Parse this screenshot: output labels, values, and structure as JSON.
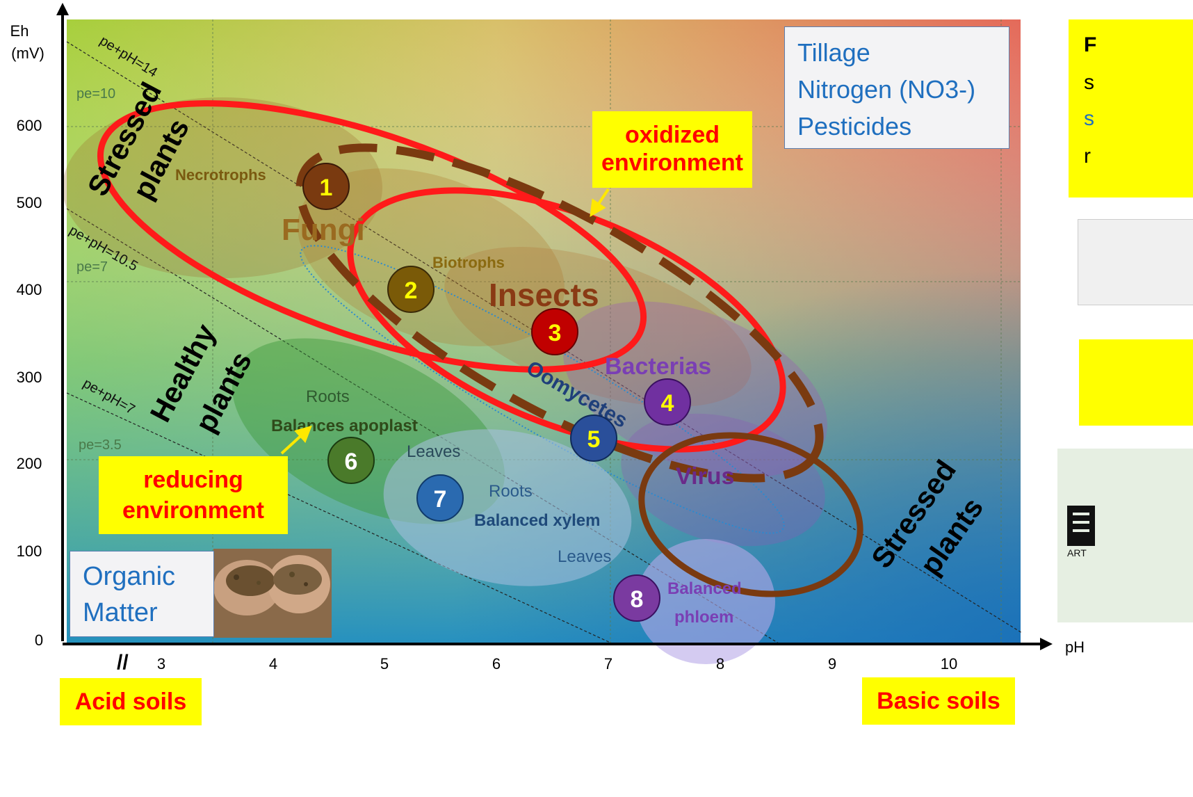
{
  "axes": {
    "y_title_line1": "Eh",
    "y_title_line2": "(mV)",
    "x_title": "pH",
    "y_ticks": [
      "0",
      "100",
      "200",
      "300",
      "400",
      "500",
      "600"
    ],
    "x_ticks": [
      "3",
      "4",
      "5",
      "6",
      "7",
      "8",
      "9",
      "10"
    ],
    "break_mark": "//"
  },
  "diagonals": {
    "pe_pH_14": "pe+pH=14",
    "pe_pH_10_5": "pe+pH=10.5",
    "pe_pH_7": "pe+pH=7",
    "pe_10": "pe=10",
    "pe_7": "pe=7",
    "pe_3_5": "pe=3.5"
  },
  "zones": {
    "stressed_top": [
      "Stressed",
      "plants"
    ],
    "healthy": [
      "Healthy",
      "plants"
    ],
    "stressed_bottom": [
      "Stressed",
      "plants"
    ]
  },
  "organisms": {
    "necrotrophs": "Necrotrophs",
    "fungi": "Fungi",
    "biotrophs": "Biotrophs",
    "insects": "Insects",
    "oomycetes": "Oomycetes",
    "bacterias": "Bacterias",
    "virus": "Virus",
    "roots1": "Roots",
    "apoplast": "Balances apoplast",
    "leaves1": "Leaves",
    "roots2": "Roots",
    "xylem": "Balanced xylem",
    "leaves2": "Leaves",
    "phloem1": "Balanced",
    "phloem2": "phloem"
  },
  "markers": [
    "1",
    "2",
    "3",
    "4",
    "5",
    "6",
    "7",
    "8"
  ],
  "callouts": {
    "oxidized": [
      "oxidized",
      "environment"
    ],
    "reducing": [
      "reducing",
      "environment"
    ],
    "acid": "Acid soils",
    "basic": "Basic soils"
  },
  "factors_box": [
    "Tillage",
    "Nitrogen (NO3-)",
    "Pesticides"
  ],
  "organic_box": [
    "Organic",
    "Matter"
  ],
  "right_panel": {
    "first_letter": "F",
    "line_a": "s",
    "line_b": "s",
    "line_c": "r",
    "bottom_label": "ART"
  },
  "colors": {
    "red_ellipse": "#ff0000",
    "brown_ellipse": "#7a3a10",
    "yellow_callout": "#ffff00",
    "callout_text": "#ff0000"
  }
}
